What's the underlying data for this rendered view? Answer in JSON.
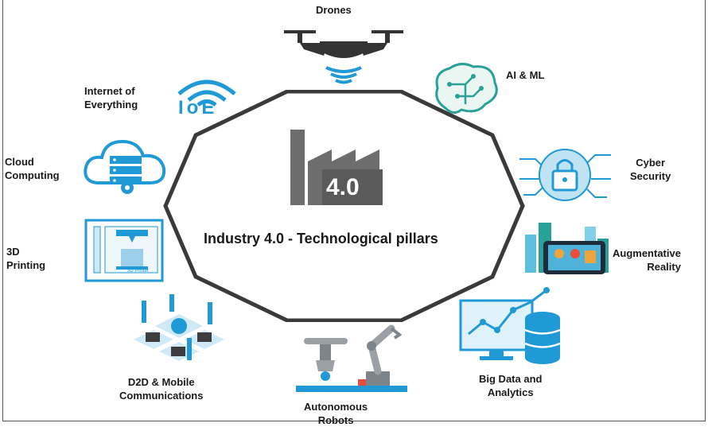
{
  "center": {
    "logo_text": "4.0",
    "title": "Industry 4.0 - Technological pillars"
  },
  "pillars": [
    {
      "id": "drones",
      "lines": [
        "Drones"
      ]
    },
    {
      "id": "ai-ml",
      "lines": [
        "AI & ML"
      ]
    },
    {
      "id": "cyber",
      "lines": [
        "Cyber",
        "Security"
      ]
    },
    {
      "id": "ar",
      "lines": [
        "Augmentative",
        "Reality"
      ]
    },
    {
      "id": "bigdata",
      "lines": [
        "Big Data and",
        "Analytics"
      ]
    },
    {
      "id": "robots",
      "lines": [
        "Autonomous",
        "Robots"
      ]
    },
    {
      "id": "d2d",
      "lines": [
        "D2D & Mobile",
        "Communications"
      ]
    },
    {
      "id": "printing",
      "lines": [
        "3D",
        "Printing"
      ]
    },
    {
      "id": "cloud",
      "lines": [
        "Cloud",
        "Computing"
      ]
    },
    {
      "id": "ioe",
      "lines": [
        "Internet of",
        "Everything"
      ]
    }
  ],
  "ioe_icon_text": "IoE",
  "printer_icon_text": "3D Printer",
  "colors": {
    "blue": "#1f9ad6",
    "dark": "#3d3d3d",
    "octagon": "#3a3a3a",
    "green": "#2aa198"
  }
}
